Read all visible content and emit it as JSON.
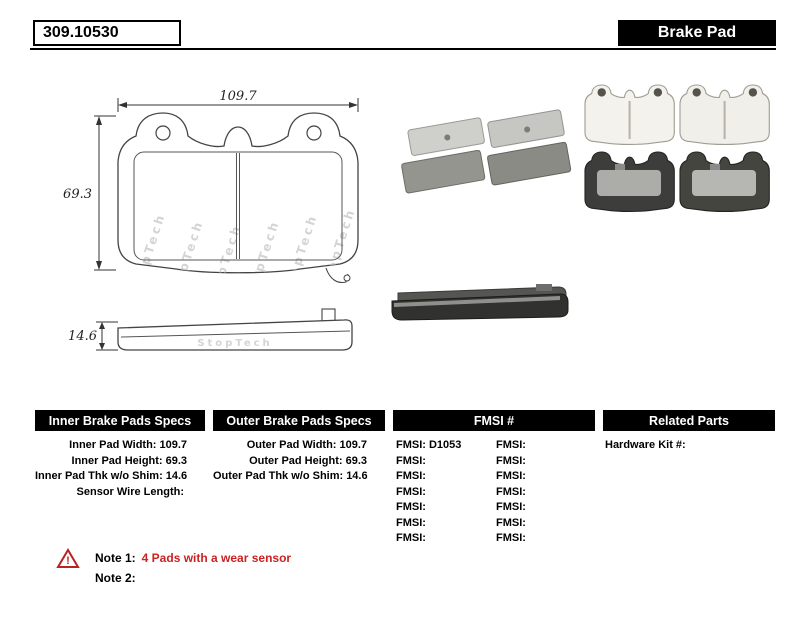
{
  "header": {
    "part_number": "309.10530",
    "product_type": "Brake Pad"
  },
  "drawing": {
    "width_dim": "109.7",
    "height_dim": "69.3",
    "thickness_dim": "14.6",
    "watermark": "StopTech"
  },
  "sections": {
    "inner": {
      "title": "Inner Brake Pads Specs",
      "rows": [
        {
          "label": "Inner Pad Width:",
          "value": "109.7"
        },
        {
          "label": "Inner Pad Height:",
          "value": "69.3"
        },
        {
          "label": "Inner Pad Thk w/o Shim:",
          "value": "14.6"
        },
        {
          "label": "Sensor Wire Length:",
          "value": ""
        }
      ]
    },
    "outer": {
      "title": "Outer Brake Pads Specs",
      "rows": [
        {
          "label": "Outer Pad Width:",
          "value": "109.7"
        },
        {
          "label": "Outer Pad Height:",
          "value": "69.3"
        },
        {
          "label": "Outer Pad Thk w/o Shim:",
          "value": "14.6"
        }
      ]
    },
    "fmsi": {
      "title": "FMSI #",
      "rows": [
        {
          "l1": "FMSI:",
          "v1": "D1053",
          "l2": "FMSI:",
          "v2": ""
        },
        {
          "l1": "FMSI:",
          "v1": "",
          "l2": "FMSI:",
          "v2": ""
        },
        {
          "l1": "FMSI:",
          "v1": "",
          "l2": "FMSI:",
          "v2": ""
        },
        {
          "l1": "FMSI:",
          "v1": "",
          "l2": "FMSI:",
          "v2": ""
        },
        {
          "l1": "FMSI:",
          "v1": "",
          "l2": "FMSI:",
          "v2": ""
        },
        {
          "l1": "FMSI:",
          "v1": "",
          "l2": "FMSI:",
          "v2": ""
        },
        {
          "l1": "FMSI:",
          "v1": "",
          "l2": "FMSI:",
          "v2": ""
        }
      ]
    },
    "related": {
      "title": "Related Parts",
      "rows": [
        {
          "label": "Hardware Kit #:",
          "value": ""
        }
      ]
    }
  },
  "notes": {
    "warning_glyph": "!",
    "note1_label": "Note 1:",
    "note1_text": "4 Pads with a wear sensor",
    "note2_label": "Note 2:",
    "note2_text": ""
  }
}
